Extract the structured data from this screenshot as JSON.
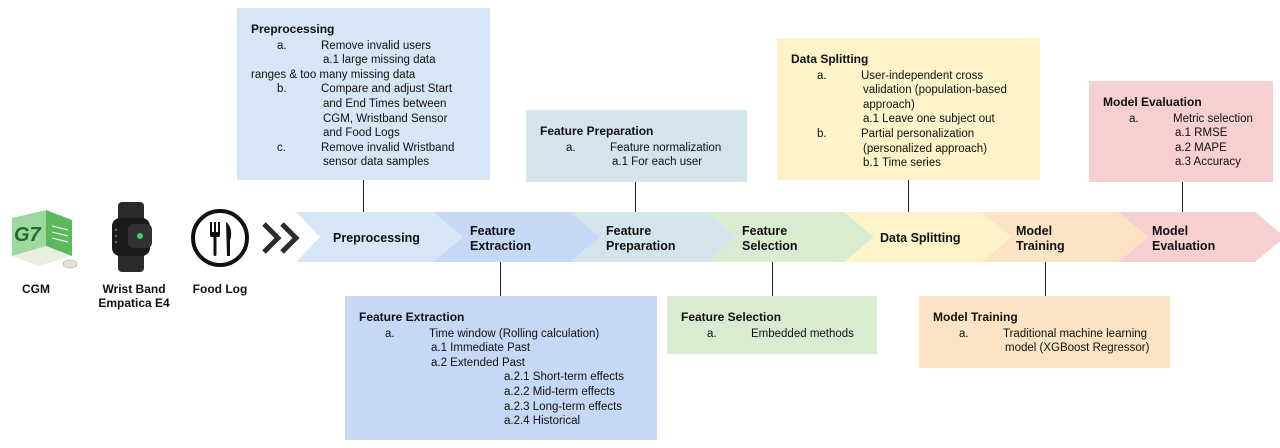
{
  "sources": [
    {
      "label": "CGM",
      "icon": "cgm-sensor-icon"
    },
    {
      "label": "Wrist Band\nEmpatica E4",
      "icon": "wristband-icon"
    },
    {
      "label": "Food Log",
      "icon": "fork-knife-icon"
    }
  ],
  "cgm_logo_text": "G7",
  "pipeline": [
    {
      "label": "Preprocessing",
      "color": "#d6e6f5"
    },
    {
      "label": "Feature\nExtraction",
      "color": "#c6d8f6"
    },
    {
      "label": "Feature\nPreparation",
      "color": "#d3e4ea"
    },
    {
      "label": "Feature\nSelection",
      "color": "#d9ecd2"
    },
    {
      "label": "Data Splitting",
      "color": "#fdf3c8"
    },
    {
      "label": "Model\nTraining",
      "color": "#fbe3c4"
    },
    {
      "label": "Model\nEvaluation",
      "color": "#f6cfd1"
    }
  ],
  "boxes": {
    "preprocessing": {
      "title": "Preprocessing",
      "a_letter": "a.",
      "a_text": "Remove invalid users",
      "a1": "a.1 large missing data",
      "a1_cont": "ranges & too many missing data",
      "b_letter": "b.",
      "b_l1": "Compare and adjust Start",
      "b_l2": "and End Times between",
      "b_l3": "CGM, Wristband Sensor",
      "b_l4": "and Food Logs",
      "c_letter": "c.",
      "c_l1": "Remove invalid Wristband",
      "c_l2": "sensor data samples",
      "color": "#d6e6f5"
    },
    "feature_extraction": {
      "title": "Feature Extraction",
      "a_letter": "a.",
      "a_text": "Time window (Rolling calculation)",
      "a1": "a.1 Immediate Past",
      "a2": "a.2 Extended Past",
      "a21": "a.2.1 Short-term effects",
      "a22": "a.2.2 Mid-term effects",
      "a23": "a.2.3 Long-term effects",
      "a24": "a.2.4 Historical",
      "color": "#c6d8f6"
    },
    "feature_preparation": {
      "title": "Feature Preparation",
      "a_letter": "a.",
      "a_text": "Feature normalization",
      "a1": "a.1 For each user",
      "color": "#d3e4ea"
    },
    "feature_selection": {
      "title": "Feature Selection",
      "a_letter": "a.",
      "a_text": "Embedded methods",
      "color": "#d9ecd2"
    },
    "data_splitting": {
      "title": "Data Splitting",
      "a_letter": "a.",
      "a_l1": "User-independent cross",
      "a_l2": "validation (population-based",
      "a_l3": "approach)",
      "a1": "a.1 Leave one subject out",
      "b_letter": "b.",
      "b_l1": "Partial personalization",
      "b_l2": "(personalized approach)",
      "b1": "b.1 Time series",
      "color": "#fdf3c8"
    },
    "model_training": {
      "title": "Model Training",
      "a_letter": "a.",
      "a_l1": "Traditional machine learning",
      "a_l2": "model (XGBoost Regressor)",
      "color": "#fbe3c4"
    },
    "model_evaluation": {
      "title": "Model Evaluation",
      "a_letter": "a.",
      "a_text": "Metric selection",
      "a1": "a.1 RMSE",
      "a2": "a.2 MAPE",
      "a3": "a.3 Accuracy",
      "color": "#f6cfd1"
    }
  }
}
